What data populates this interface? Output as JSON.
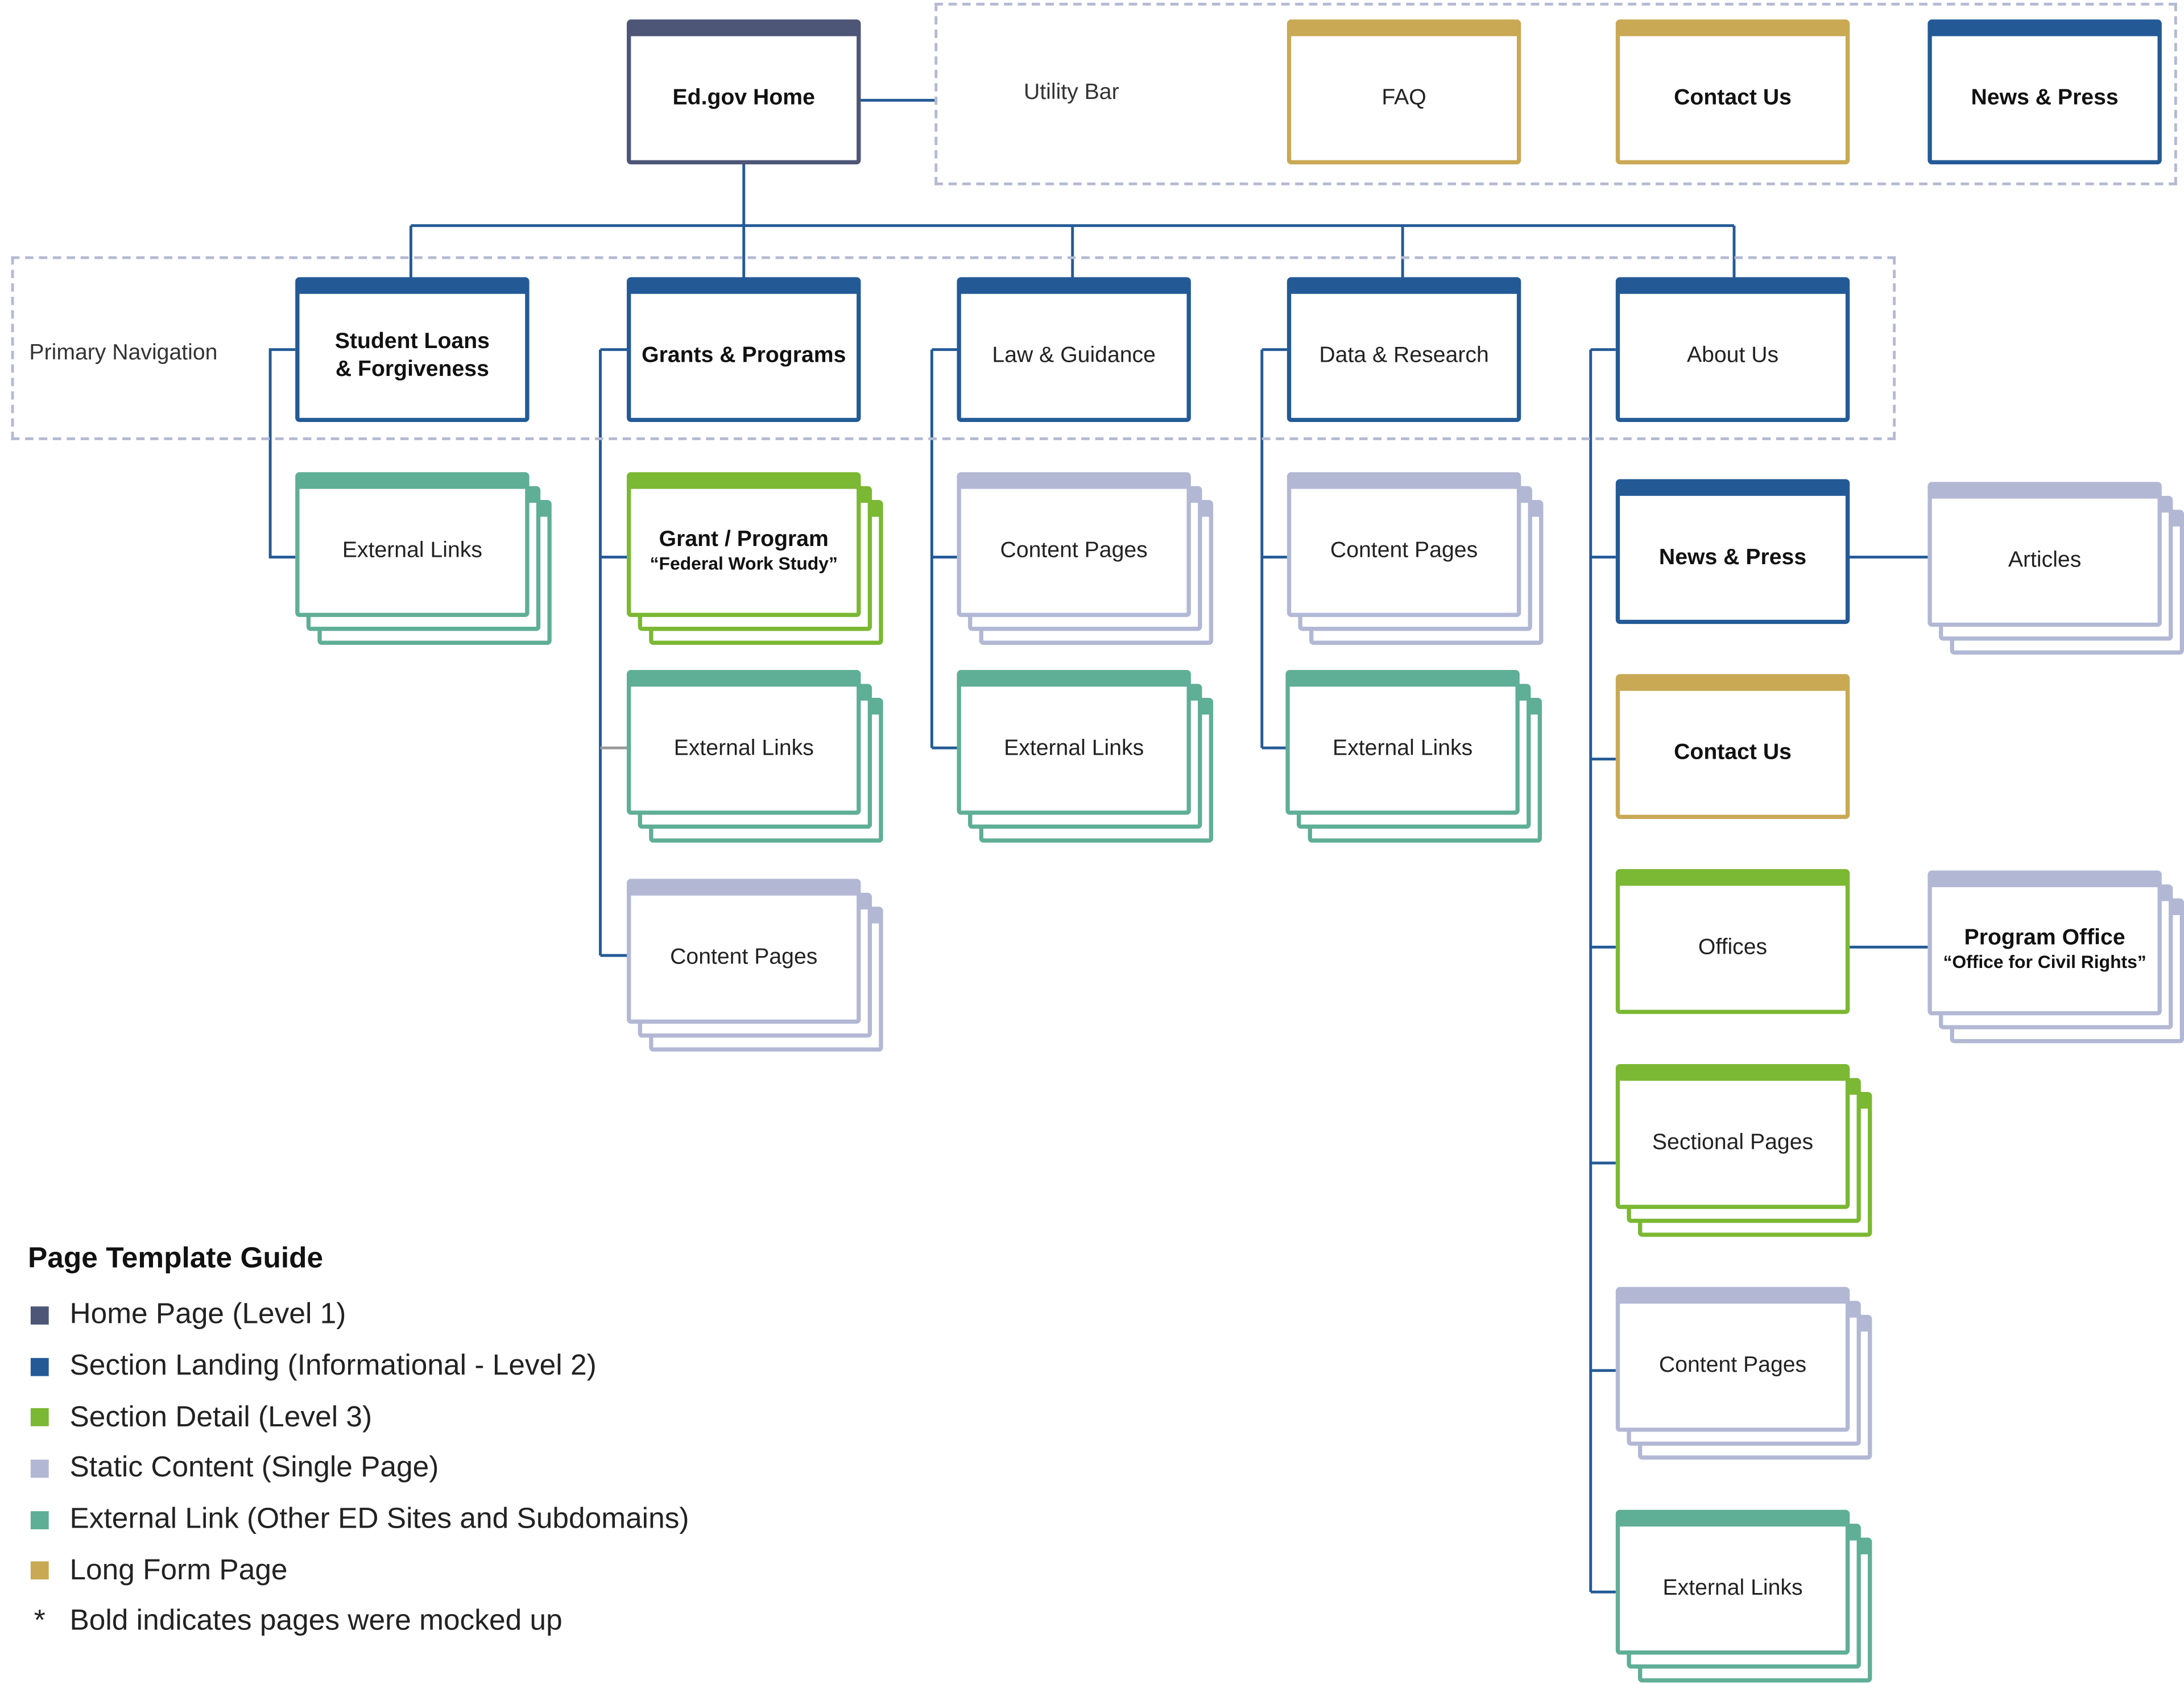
{
  "colors": {
    "home": "#4d5677",
    "section_landing": "#235a96",
    "section_detail": "#7bb833",
    "static_content": "#b2b8d4",
    "external_link": "#5fae96",
    "long_form": "#c9a954",
    "connector": "#235a96",
    "dashed_group": "#b4bad3"
  },
  "groups": {
    "utility_bar": "Utility Bar",
    "primary_navigation": "Primary Navigation"
  },
  "nodes": {
    "home": "Ed.gov Home",
    "faq": "FAQ",
    "contact_us_utility": "Contact Us",
    "news_press_utility": "News & Press",
    "student_loans": "Student Loans & Forgiveness",
    "grants_programs": "Grants & Programs",
    "law_guidance": "Law & Guidance",
    "data_research": "Data & Research",
    "about_us": "About Us",
    "sl_external_links": "External Links",
    "grant_program": "Grant / Program",
    "grant_program_sub": "“Federal Work Study”",
    "gp_external_links": "External Links",
    "gp_content_pages": "Content Pages",
    "lg_content_pages": "Content Pages",
    "lg_external_links": "External Links",
    "dr_content_pages": "Content Pages",
    "dr_external_links": "External Links",
    "about_news_press": "News & Press",
    "articles": "Articles",
    "about_contact_us": "Contact Us",
    "offices": "Offices",
    "program_office": "Program Office",
    "program_office_sub": "“Office for Civil Rights”",
    "sectional_pages": "Sectional Pages",
    "about_content_pages": "Content Pages",
    "about_external_links": "External Links"
  },
  "legend": {
    "title": "Page Template Guide",
    "items": [
      {
        "label": "Home Page (Level 1)",
        "color": "#4d5677"
      },
      {
        "label": "Section Landing (Informational - Level 2)",
        "color": "#235a96"
      },
      {
        "label": "Section Detail (Level 3)",
        "color": "#7bb833"
      },
      {
        "label": "Static Content (Single Page)",
        "color": "#b2b8d4"
      },
      {
        "label": "External Link (Other ED Sites and Subdomains)",
        "color": "#5fae96"
      },
      {
        "label": "Long Form Page",
        "color": "#c9a954"
      }
    ],
    "note_symbol": "*",
    "note": "Bold indicates pages were mocked up"
  }
}
